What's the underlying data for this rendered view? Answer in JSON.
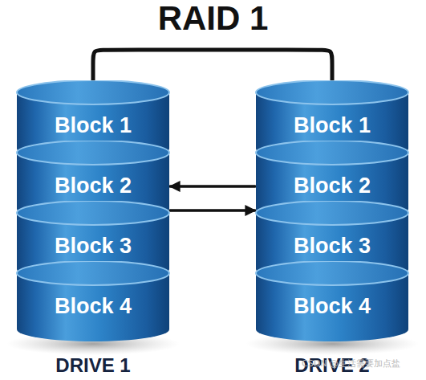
{
  "diagram": {
    "title": "RAID 1",
    "nodes": [
      {
        "text": [
          "DRIVE 1"
        ]
      },
      {
        "text": [
          "Block 1"
        ],
        "in": 0
      },
      {
        "text": [
          "Block 2"
        ],
        "in": 0
      },
      {
        "text": [
          "Block 3"
        ],
        "in": 0
      },
      {
        "text": [
          "Block 4"
        ],
        "in": 0
      },
      {
        "text": [
          "DRIVE 2"
        ]
      },
      {
        "text": [
          "Block 1"
        ],
        "in": 5
      },
      {
        "text": [
          "Block 2"
        ],
        "in": 5
      },
      {
        "text": [
          "Block 3"
        ],
        "in": 5
      },
      {
        "text": [
          "Block 4"
        ],
        "in": 5
      }
    ],
    "edges": [
      {
        "from": 0,
        "to": 5,
        "arrow": "none"
      },
      {
        "from": 5,
        "to": 0,
        "arrow": "to"
      },
      {
        "from": 0,
        "to": 5,
        "arrow": "to"
      }
    ],
    "labels": [
      "CSDN @生活需要加点盐"
    ]
  }
}
